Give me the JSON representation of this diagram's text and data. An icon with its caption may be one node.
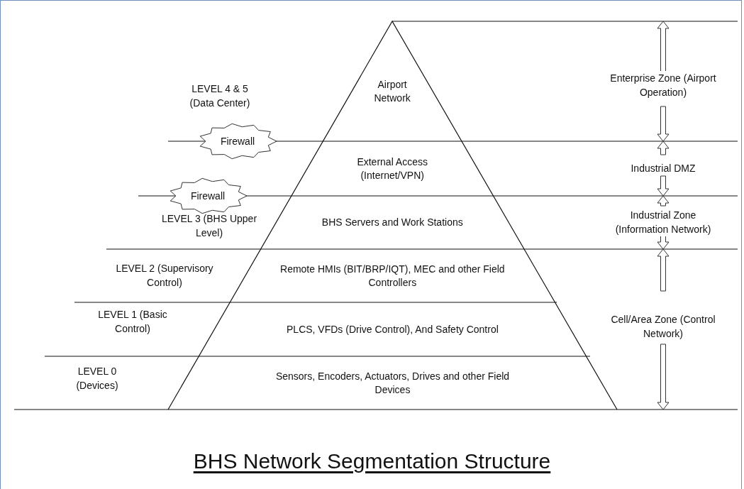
{
  "diagram": {
    "title": "BHS Network Segmentation Structure",
    "nodes": [
      {
        "text": [
          "Airport Network"
        ]
      },
      {
        "text": [
          "External Access (Internet/VPN)"
        ]
      },
      {
        "text": [
          "BHS Servers and Work Stations"
        ]
      },
      {
        "text": [
          "Remote HMIs (BIT/BRP/IQT), MEC and other Field Controllers"
        ]
      },
      {
        "text": [
          "PLCS, VFDs (Drive Control), And Safety Control"
        ]
      },
      {
        "text": [
          "Sensors, Encoders, Actuators, Drives and other Field Devices"
        ]
      },
      {
        "text": [
          "Firewall"
        ]
      },
      {
        "text": [
          "Firewall"
        ]
      }
    ],
    "labels": [
      "LEVEL 4 & 5 (Data Center)",
      "Enterprise Zone (Airport Operation)",
      "Industrial DMZ",
      "LEVEL 3 (BHS Upper Level)",
      "Industrial Zone (Information Network)",
      "LEVEL 2 (Supervisory Control)",
      "LEVEL 1 (Basic Control)",
      "Cell/Area Zone (Control Network)",
      "LEVEL 0 (Devices)"
    ]
  }
}
